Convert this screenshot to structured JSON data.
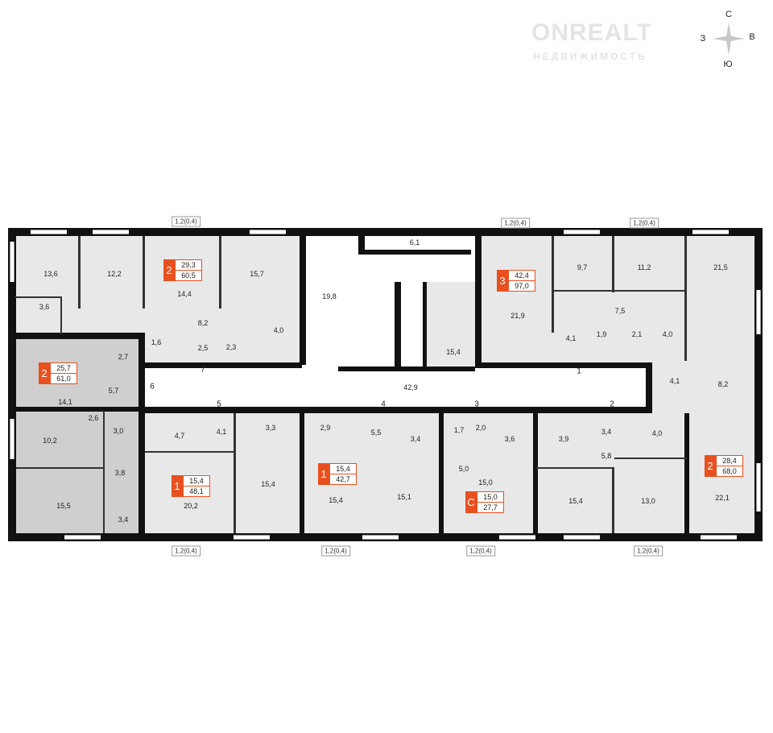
{
  "watermark": {
    "brand": "ONREALT",
    "sub": "НЕДВИЖИМОСТЬ"
  },
  "compass": {
    "north": "С",
    "south": "Ю",
    "west": "З",
    "east": "В"
  },
  "colors": {
    "accent": "#e8501f",
    "room": "#e8e8e8",
    "highlight": "#cfcfcf",
    "wall": "#111111"
  },
  "balconies": [
    "1,2(0,4)",
    "1,2(0,4)",
    "1,2(0,4)",
    "1,2(0,4)",
    "1,2(0,4)",
    "1,2(0,4)",
    "1,2(0,4)"
  ],
  "apartments": [
    {
      "rooms": "2",
      "living": "29,3",
      "total": "60,5"
    },
    {
      "rooms": "2",
      "living": "25,7",
      "total": "61,0"
    },
    {
      "rooms": "1",
      "living": "15,4",
      "total": "48,1"
    },
    {
      "rooms": "1",
      "living": "15,4",
      "total": "42,7"
    },
    {
      "rooms": "С",
      "living": "15,0",
      "total": "27,7"
    },
    {
      "rooms": "3",
      "living": "42,4",
      "total": "97,0"
    },
    {
      "rooms": "2",
      "living": "28,4",
      "total": "68,0"
    }
  ],
  "doors": [
    "7",
    "6",
    "5",
    "4",
    "3",
    "2",
    "1"
  ],
  "rooms": [
    "13,6",
    "12,2",
    "14,4",
    "15,7",
    "19,8",
    "3,6",
    "8,2",
    "4,0",
    "1,6",
    "2,5",
    "2,3",
    "2,7",
    "5,7",
    "14,1",
    "2,6",
    "3,0",
    "4,7",
    "4,1",
    "3,3",
    "2,9",
    "5,5",
    "10,2",
    "3,8",
    "15,4",
    "15,5",
    "20,2",
    "3,4",
    "15,4",
    "6,1",
    "9,7",
    "11,2",
    "21,5",
    "7,5",
    "21,9",
    "4,1",
    "1,9",
    "2,1",
    "4,0",
    "15,4",
    "4,1",
    "8,2",
    "42,9",
    "1,7",
    "2,0",
    "3,6",
    "3,9",
    "3,4",
    "4,0",
    "3,4",
    "5,8",
    "5,0",
    "15,0",
    "15,1",
    "15,4",
    "13,0",
    "22,1"
  ]
}
